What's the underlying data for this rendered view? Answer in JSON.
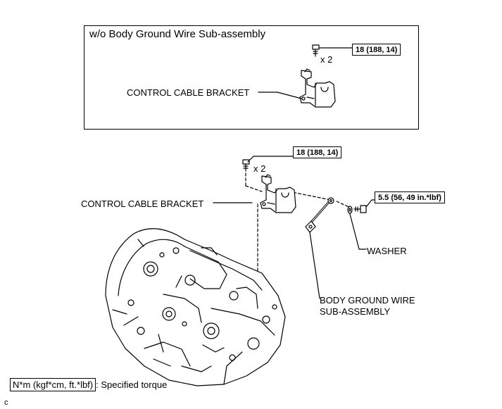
{
  "inset": {
    "title": "w/o Body Ground Wire Sub-assembly",
    "bracket_label": "CONTROL CABLE BRACKET",
    "torque": "18 (188, 14)",
    "qty": "x 2"
  },
  "main": {
    "bracket_label": "CONTROL CABLE BRACKET",
    "bolt_torque": "18 (188, 14)",
    "qty": "x 2",
    "nut_torque": "5.5 (56, 49 in.*lbf)",
    "washer_label": "WASHER",
    "wire_label_line1": "BODY GROUND WIRE",
    "wire_label_line2": "SUB-ASSEMBLY"
  },
  "legend": {
    "unit": "N*m (kgf*cm, ft.*lbf)",
    "text": ": Specified torque"
  },
  "figure_code": "c"
}
